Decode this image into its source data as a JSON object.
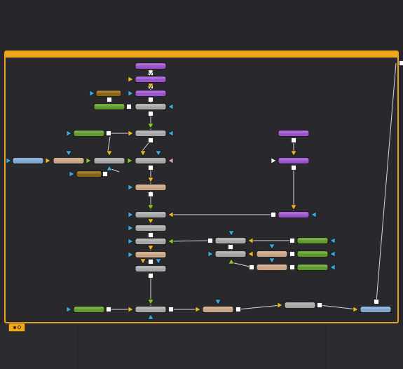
{
  "colors": {
    "background": "#27272b",
    "group_accent": "#f2a71b",
    "wire": "#d8d8d8",
    "port": "#ffffff",
    "node": {
      "purple": "#9a52cc",
      "gray": "#a6a6a6",
      "green": "#5f9a2e",
      "tan": "#c9a384",
      "blue": "#7ea7cf",
      "brown": "#8a6412"
    },
    "arrow": {
      "yellow": "#f0b428",
      "blue": "#3aa8e0",
      "green": "#8ac62a",
      "white": "#ffffff",
      "pink": "#e88fc8"
    }
  },
  "group": {
    "name": "node-group",
    "collapse_icon": "group-toggle-icon"
  },
  "nodes": [
    {
      "id": "n1",
      "color": "purple"
    },
    {
      "id": "n2",
      "color": "purple"
    },
    {
      "id": "n3",
      "color": "brown"
    },
    {
      "id": "n4",
      "color": "purple"
    },
    {
      "id": "n5",
      "color": "green"
    },
    {
      "id": "n6",
      "color": "gray"
    },
    {
      "id": "n7",
      "color": "green"
    },
    {
      "id": "n8",
      "color": "gray"
    },
    {
      "id": "n9",
      "color": "purple"
    },
    {
      "id": "n10",
      "color": "blue"
    },
    {
      "id": "n11",
      "color": "tan"
    },
    {
      "id": "n12",
      "color": "gray"
    },
    {
      "id": "n13",
      "color": "gray"
    },
    {
      "id": "n14",
      "color": "purple"
    },
    {
      "id": "n15",
      "color": "brown"
    },
    {
      "id": "n16",
      "color": "tan"
    },
    {
      "id": "n17",
      "color": "gray"
    },
    {
      "id": "n18",
      "color": "purple"
    },
    {
      "id": "n19",
      "color": "gray"
    },
    {
      "id": "n20",
      "color": "gray"
    },
    {
      "id": "n21",
      "color": "gray"
    },
    {
      "id": "n22",
      "color": "green"
    },
    {
      "id": "n23",
      "color": "tan"
    },
    {
      "id": "n24",
      "color": "gray"
    },
    {
      "id": "n25",
      "color": "tan"
    },
    {
      "id": "n26",
      "color": "green"
    },
    {
      "id": "n27",
      "color": "gray"
    },
    {
      "id": "n28",
      "color": "tan"
    },
    {
      "id": "n29",
      "color": "green"
    },
    {
      "id": "n30",
      "color": "green"
    },
    {
      "id": "n31",
      "color": "gray"
    },
    {
      "id": "n32",
      "color": "tan"
    },
    {
      "id": "n33",
      "color": "gray"
    },
    {
      "id": "n34",
      "color": "blue"
    }
  ]
}
